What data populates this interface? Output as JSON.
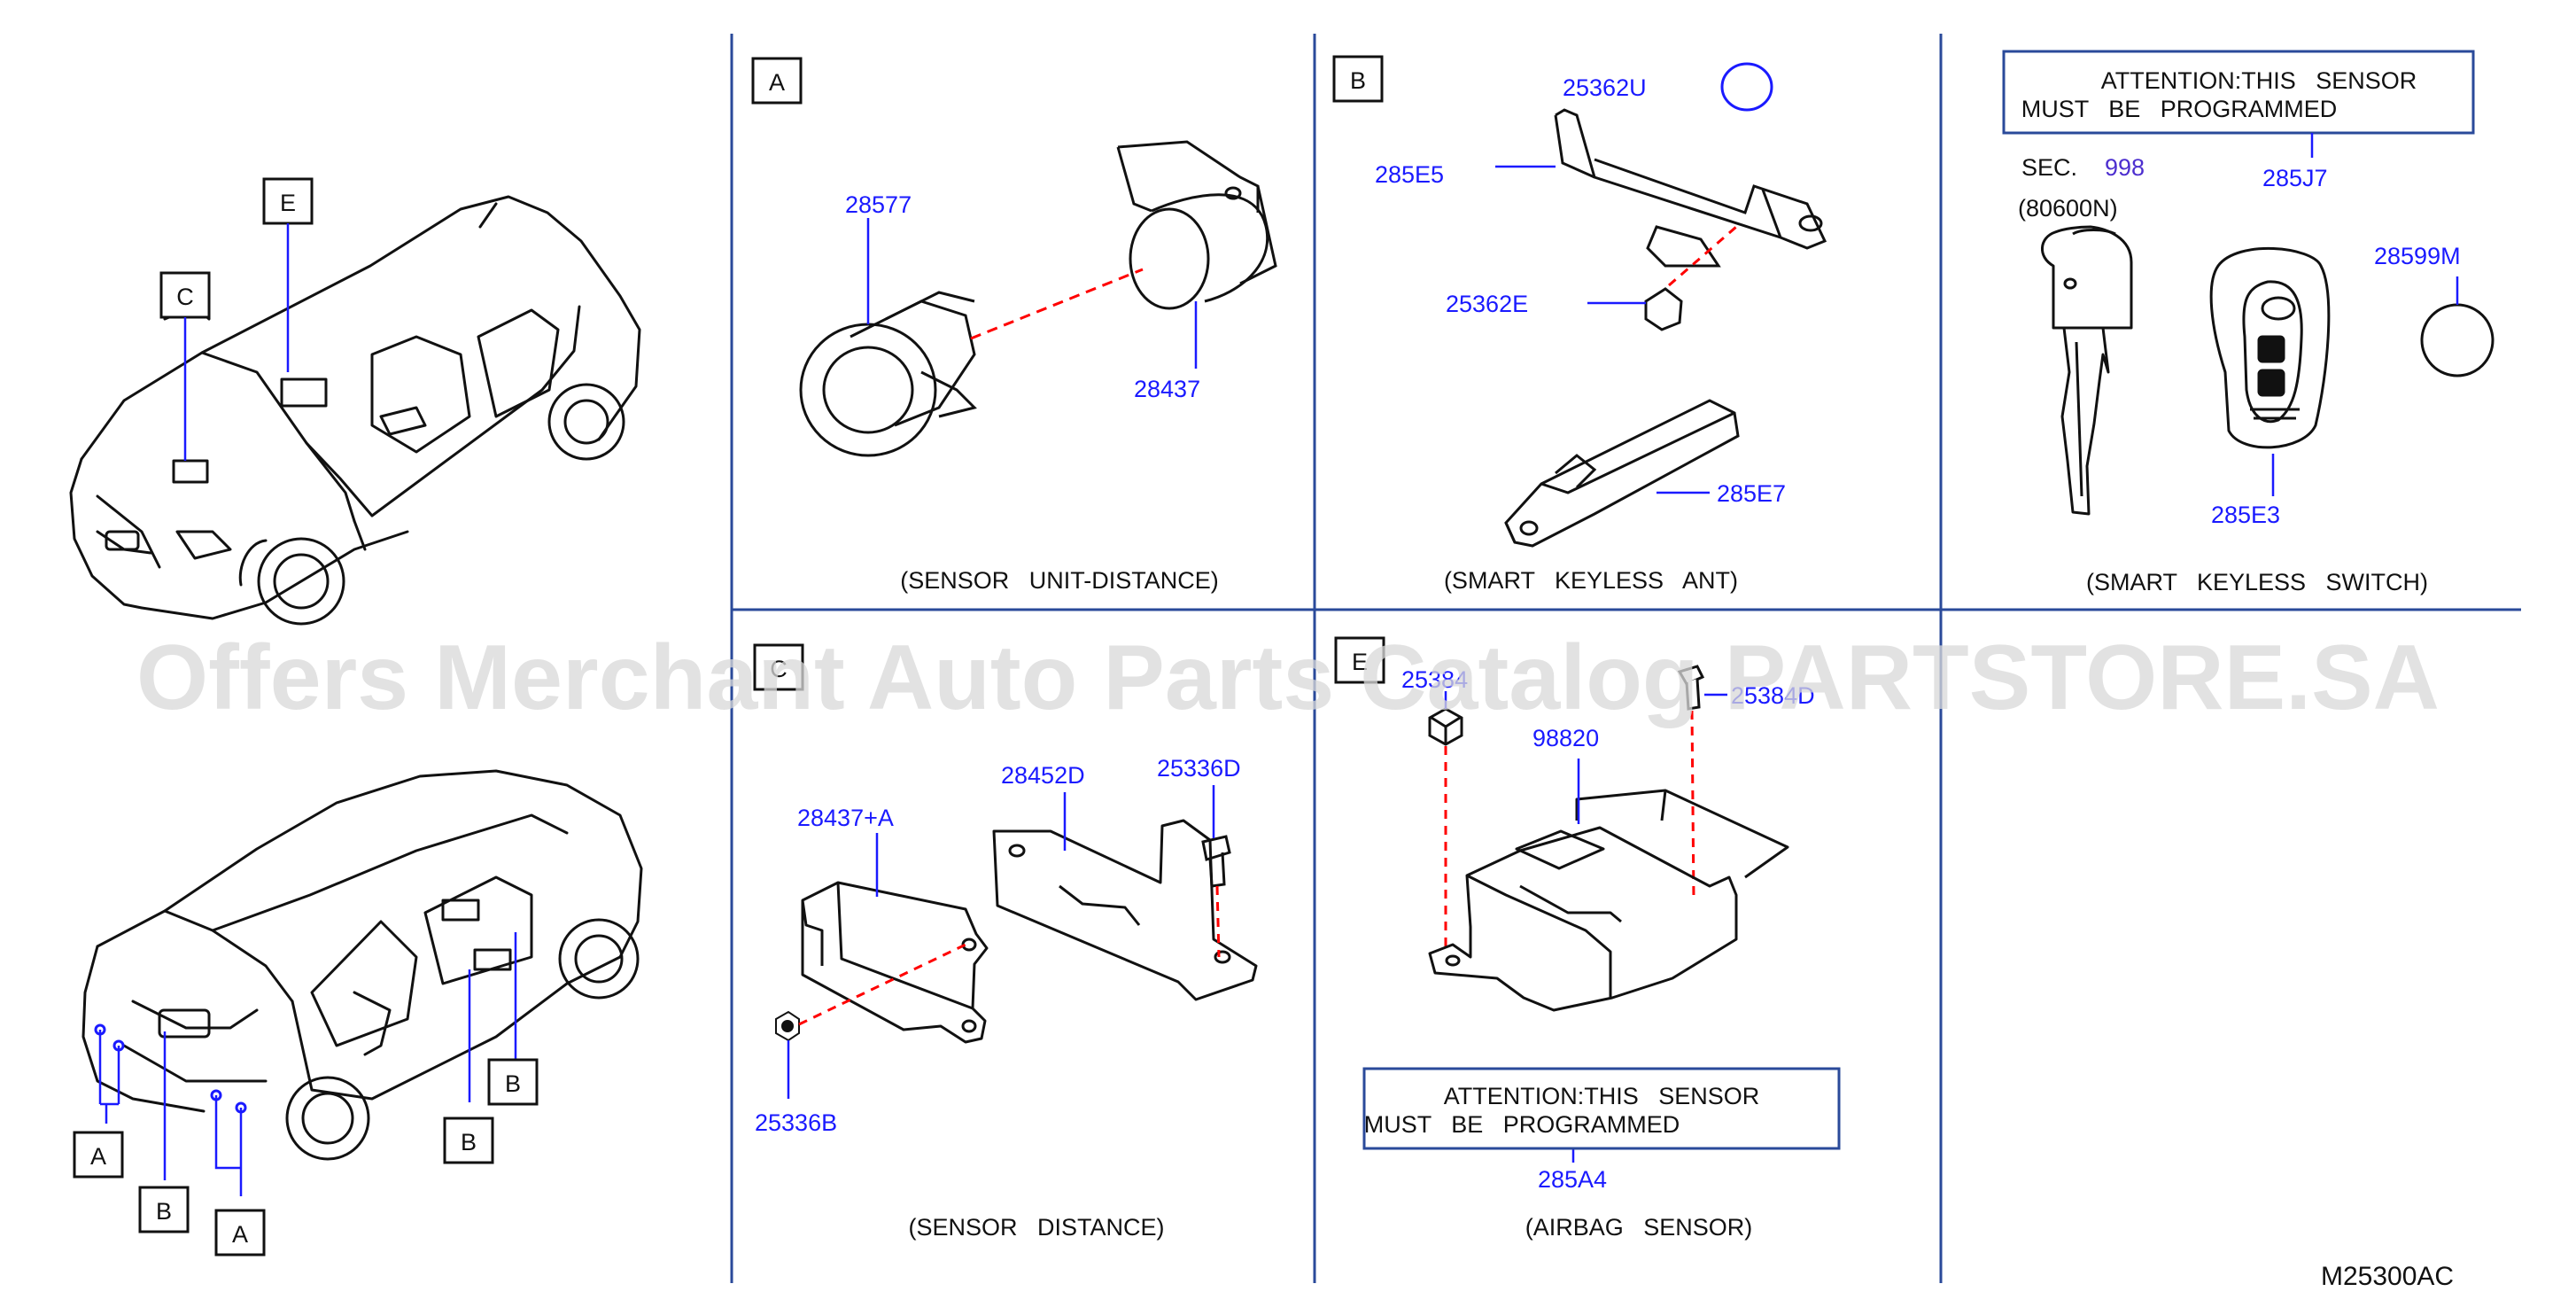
{
  "colors": {
    "grid": "#2a4a9a",
    "part_label": "#1a1aff",
    "line": "#111111",
    "leader_dash": "#ff0000",
    "watermark": "#d9d9d9"
  },
  "watermark": "Offers Merchant Auto Parts Catalog PARTSTORE.SA",
  "figure_code": "M25300AC",
  "overview": {
    "top_car_callouts": [
      "E",
      "C"
    ],
    "bottom_car_callouts": [
      "A",
      "B",
      "A",
      "B",
      "B"
    ]
  },
  "panels": {
    "A": {
      "letter": "A",
      "caption": "(SENSOR   UNIT-DISTANCE)",
      "parts": [
        "28577",
        "28437"
      ]
    },
    "B": {
      "letter": "B",
      "caption": "(SMART   KEYLESS   ANT)",
      "parts": [
        "25362U",
        "285E5",
        "25362E",
        "285E7"
      ]
    },
    "keyless_switch": {
      "caption": "(SMART   KEYLESS   SWITCH)",
      "attention_line1": "ATTENTION:THIS   SENSOR",
      "attention_line2": "MUST   BE   PROGRAMMED",
      "sec_label": "SEC.",
      "sec_number": "998",
      "key_blank": "(80600N)",
      "parts": [
        "285J7",
        "28599M",
        "285E3"
      ]
    },
    "C": {
      "letter": "C",
      "caption": "(SENSOR   DISTANCE)",
      "parts": [
        "28452D",
        "25336D",
        "28437+A",
        "25336B"
      ]
    },
    "E": {
      "letter": "E",
      "caption": "(AIRBAG   SENSOR)",
      "attention_line1": "ATTENTION:THIS   SENSOR",
      "attention_line2": "MUST   BE   PROGRAMMED",
      "parts": [
        "25384",
        "25384D",
        "98820",
        "285A4"
      ]
    }
  }
}
